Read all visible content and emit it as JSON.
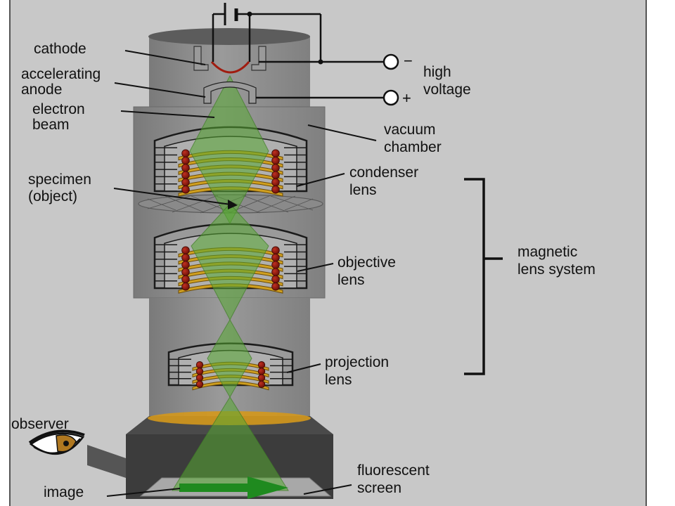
{
  "labels": {
    "cathode": "cathode",
    "accelerating_anode": [
      "accelerating",
      "anode"
    ],
    "electron_beam": [
      "electron",
      "beam"
    ],
    "high_voltage": [
      "high",
      "voltage"
    ],
    "minus_sign": "−",
    "plus_sign": "+",
    "vacuum_chamber": [
      "vacuum",
      "chamber"
    ],
    "condenser_lens": [
      "condenser",
      "lens"
    ],
    "specimen": [
      "specimen",
      "(object)"
    ],
    "magnetic_lens_system": [
      "magnetic",
      "lens system"
    ],
    "objective_lens": [
      "objective",
      "lens"
    ],
    "projection_lens": [
      "projection",
      "lens"
    ],
    "observer": "observer",
    "image": "image",
    "fluorescent_screen": [
      "fluorescent",
      "screen"
    ]
  },
  "colors": {
    "background": "#c8c8c8",
    "column": "#8c8c8c",
    "column_dark": "#5c5c5c",
    "base": "#3c3c3c",
    "beam": "#55a832",
    "coil": "#8a1a10",
    "lens_fill": "#d0a020",
    "image_arrow": "#1f8a1f"
  }
}
